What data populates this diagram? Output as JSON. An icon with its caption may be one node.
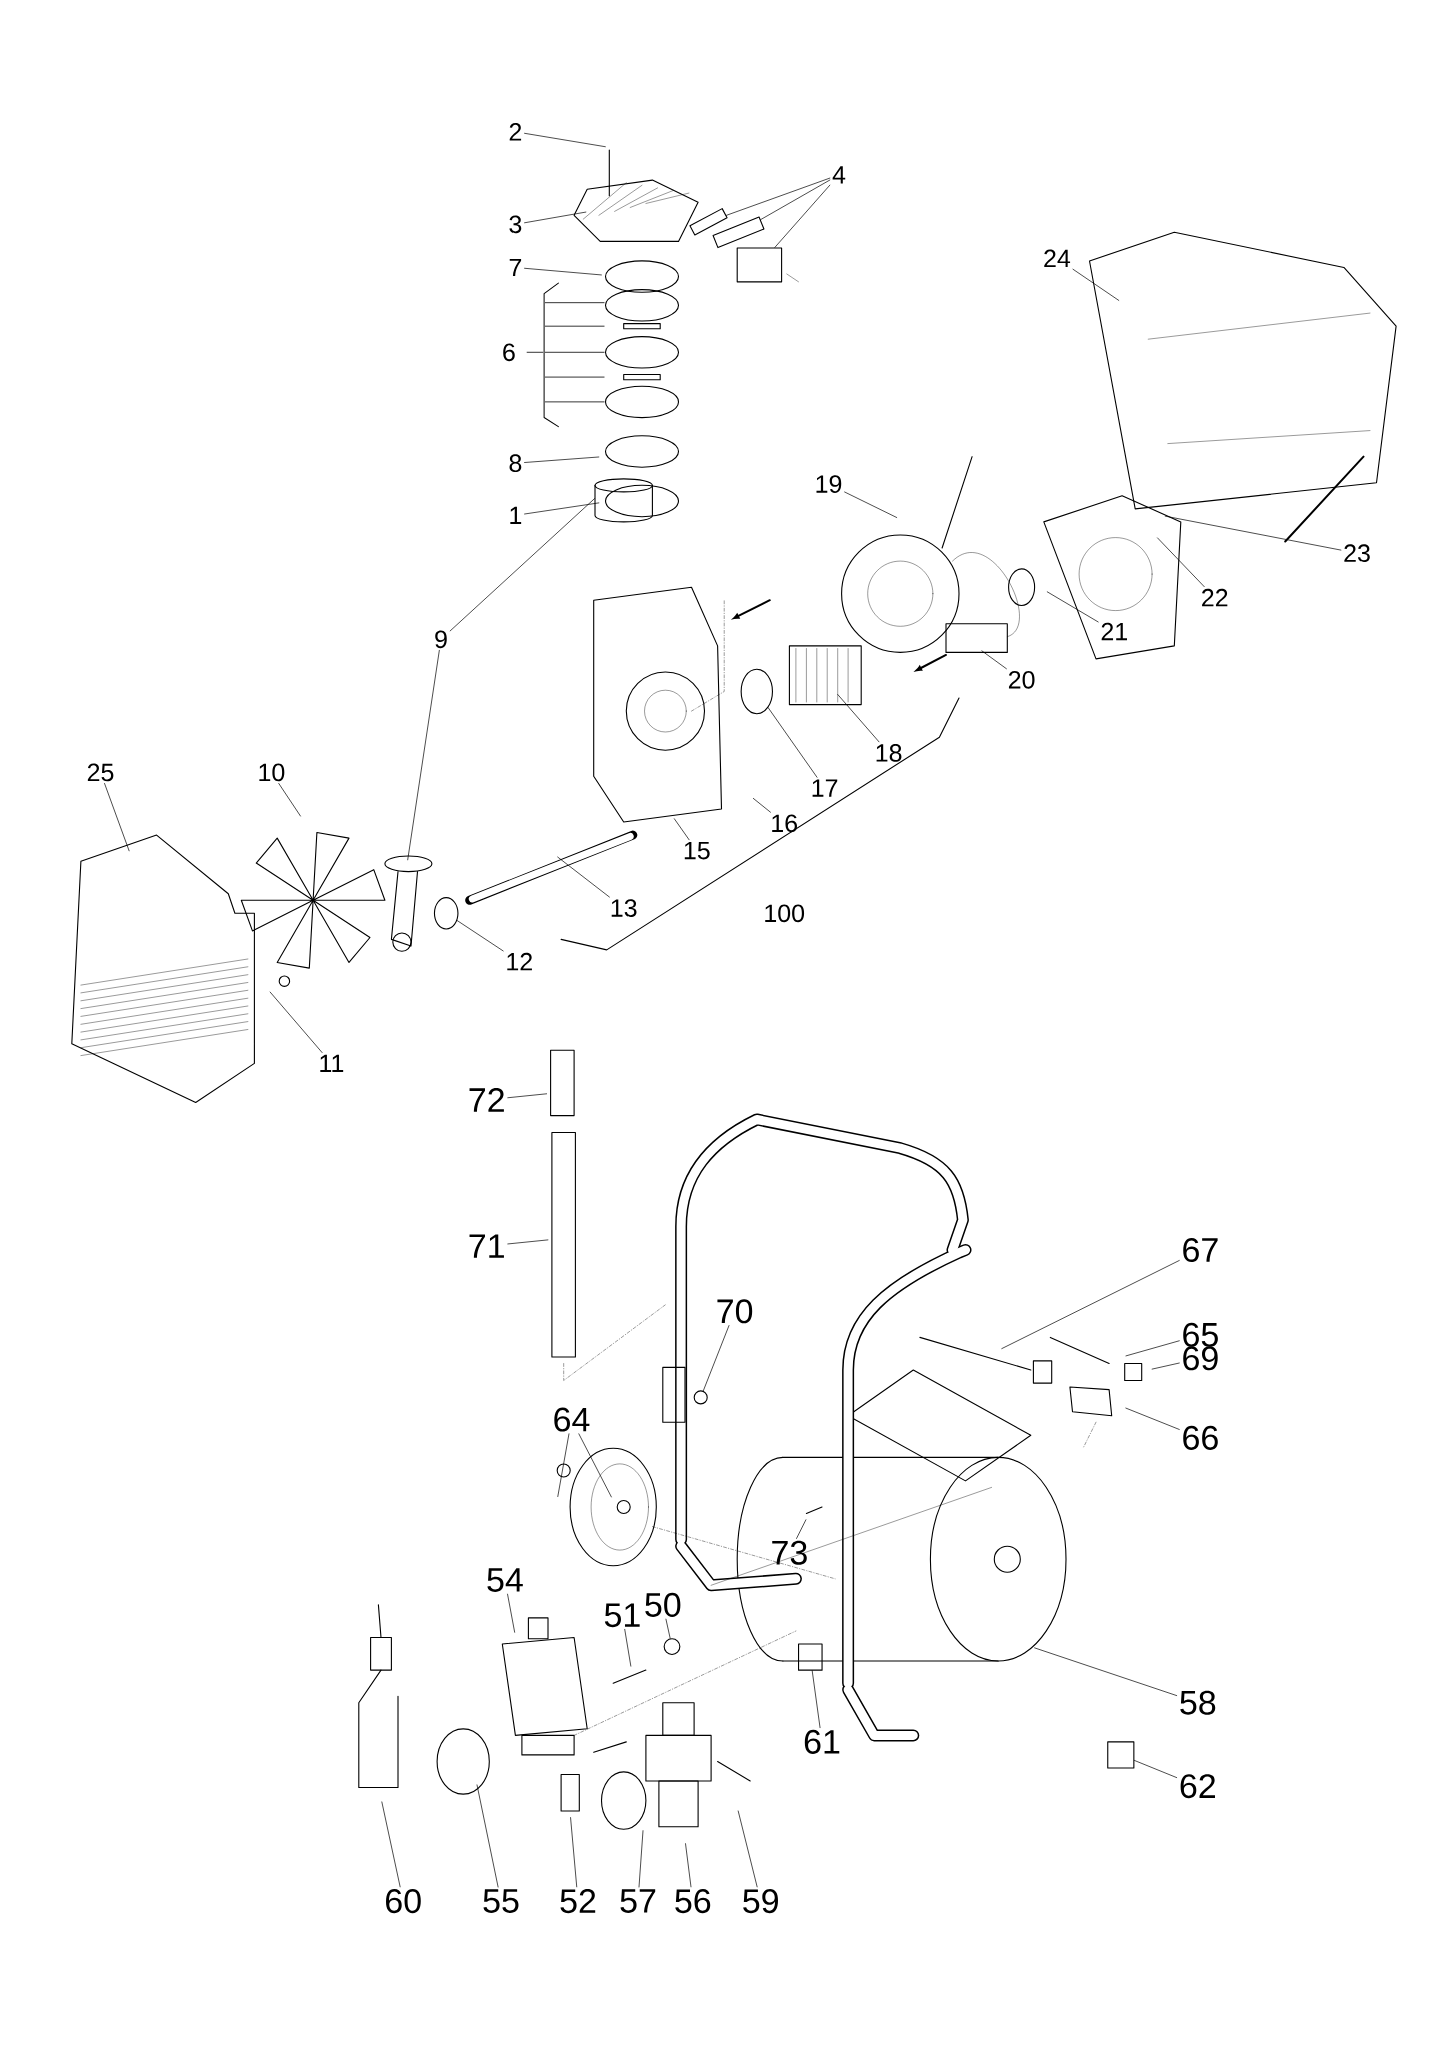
{
  "diagram": {
    "nodes": [
      {
        "text": [
          "2"
        ]
      },
      {
        "text": [
          "4"
        ]
      },
      {
        "text": [
          "3"
        ]
      },
      {
        "text": [
          "7"
        ]
      },
      {
        "text": [
          "24"
        ]
      },
      {
        "text": [
          "6"
        ]
      },
      {
        "text": [
          "8"
        ]
      },
      {
        "text": [
          "1"
        ]
      },
      {
        "text": [
          "19"
        ]
      },
      {
        "text": [
          "23"
        ]
      },
      {
        "text": [
          "9"
        ]
      },
      {
        "text": [
          "22"
        ]
      },
      {
        "text": [
          "21"
        ]
      },
      {
        "text": [
          "20"
        ]
      },
      {
        "text": [
          "17"
        ]
      },
      {
        "text": [
          "18"
        ]
      },
      {
        "text": [
          "25"
        ]
      },
      {
        "text": [
          "10"
        ]
      },
      {
        "text": [
          "16"
        ]
      },
      {
        "text": [
          "15"
        ]
      },
      {
        "text": [
          "13"
        ]
      },
      {
        "text": [
          "100"
        ]
      },
      {
        "text": [
          "12"
        ]
      },
      {
        "text": [
          "11"
        ]
      },
      {
        "text": [
          "72"
        ]
      },
      {
        "text": [
          "67"
        ]
      },
      {
        "text": [
          "71"
        ]
      },
      {
        "text": [
          "70"
        ]
      },
      {
        "text": [
          "65"
        ]
      },
      {
        "text": [
          "69"
        ]
      },
      {
        "text": [
          "64"
        ]
      },
      {
        "text": [
          "66"
        ]
      },
      {
        "text": [
          "73"
        ]
      },
      {
        "text": [
          "54"
        ]
      },
      {
        "text": [
          "50"
        ]
      },
      {
        "text": [
          "51"
        ]
      },
      {
        "text": [
          "61"
        ]
      },
      {
        "text": [
          "58"
        ]
      },
      {
        "text": [
          "62"
        ]
      },
      {
        "text": [
          "60"
        ]
      },
      {
        "text": [
          "55"
        ]
      },
      {
        "text": [
          "52"
        ]
      },
      {
        "text": [
          "57"
        ]
      },
      {
        "text": [
          "56"
        ]
      },
      {
        "text": [
          "59"
        ]
      },
      {
        "text": [],
        "shape": "box"
      },
      {
        "text": [],
        "shape": "circle"
      },
      {
        "text": [],
        "shape": "circle"
      },
      {
        "text": [],
        "shape": "circle"
      },
      {
        "text": [],
        "shape": "circle"
      },
      {
        "text": [],
        "shape": "box"
      },
      {
        "text": [],
        "shape": "box"
      },
      {
        "text": [],
        "shape": "box"
      },
      {
        "text": [],
        "shape": "box"
      }
    ],
    "edges": [
      {
        "from": 0,
        "to": null,
        "arrow": "none"
      },
      {
        "from": 1,
        "to": 52,
        "arrow": "none"
      },
      {
        "from": 1,
        "to": 45,
        "arrow": "none"
      },
      {
        "from": 1,
        "to": 53,
        "arrow": "none"
      },
      {
        "from": 2,
        "to": null,
        "arrow": "none"
      },
      {
        "from": 3,
        "to": null,
        "arrow": "none"
      },
      {
        "from": 4,
        "to": null,
        "arrow": "none"
      },
      {
        "from": 6,
        "to": null,
        "arrow": "none"
      },
      {
        "from": 7,
        "to": null,
        "arrow": "none"
      },
      {
        "from": 8,
        "to": null,
        "arrow": "none"
      },
      {
        "from": 9,
        "to": null,
        "arrow": "none"
      },
      {
        "from": 10,
        "to": null,
        "arrow": "none"
      },
      {
        "from": 10,
        "to": null,
        "arrow": "none"
      },
      {
        "from": 11,
        "to": null,
        "arrow": "none"
      },
      {
        "from": 12,
        "to": null,
        "arrow": "none"
      },
      {
        "from": 13,
        "to": null,
        "arrow": "none"
      },
      {
        "from": 14,
        "to": 46,
        "arrow": "none"
      },
      {
        "from": 15,
        "to": null,
        "arrow": "none"
      },
      {
        "from": 16,
        "to": null,
        "arrow": "none"
      },
      {
        "from": 17,
        "to": null,
        "arrow": "none"
      },
      {
        "from": 18,
        "to": null,
        "arrow": "none"
      },
      {
        "from": 19,
        "to": null,
        "arrow": "none"
      },
      {
        "from": 20,
        "to": null,
        "arrow": "none"
      },
      {
        "from": 22,
        "to": 47,
        "arrow": "none"
      },
      {
        "from": 23,
        "to": null,
        "arrow": "none"
      },
      {
        "from": 24,
        "to": null,
        "arrow": "none"
      },
      {
        "from": 25,
        "to": null,
        "arrow": "none"
      },
      {
        "from": 26,
        "to": null,
        "arrow": "none"
      },
      {
        "from": 27,
        "to": 48,
        "arrow": "none"
      },
      {
        "from": 28,
        "to": null,
        "arrow": "none"
      },
      {
        "from": 29,
        "to": null,
        "arrow": "none"
      },
      {
        "from": 30,
        "to": null,
        "arrow": "none"
      },
      {
        "from": 30,
        "to": null,
        "arrow": "none"
      },
      {
        "from": 31,
        "to": null,
        "arrow": "none"
      },
      {
        "from": 32,
        "to": null,
        "arrow": "none"
      },
      {
        "from": 33,
        "to": null,
        "arrow": "none"
      },
      {
        "from": 34,
        "to": 49,
        "arrow": "none"
      },
      {
        "from": 35,
        "to": null,
        "arrow": "none"
      },
      {
        "from": 36,
        "to": 50,
        "arrow": "none"
      },
      {
        "from": 37,
        "to": null,
        "arrow": "none"
      },
      {
        "from": 38,
        "to": 51,
        "arrow": "none"
      },
      {
        "from": 39,
        "to": null,
        "arrow": "none"
      },
      {
        "from": 40,
        "to": null,
        "arrow": "none"
      },
      {
        "from": 41,
        "to": null,
        "arrow": "none"
      },
      {
        "from": 42,
        "to": null,
        "arrow": "none"
      },
      {
        "from": 43,
        "to": null,
        "arrow": "none"
      },
      {
        "from": 44,
        "to": null,
        "arrow": "none"
      }
    ]
  }
}
